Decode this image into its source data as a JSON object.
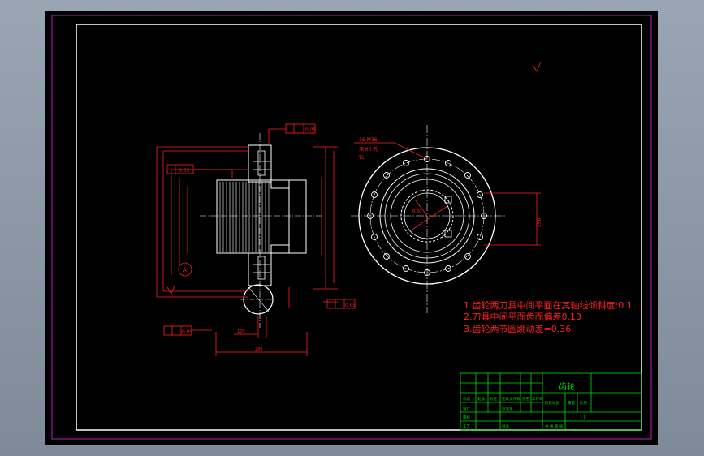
{
  "colors": {
    "background": "#000000",
    "frame_magenta": "#c020c0",
    "frame_white": "#ffffff",
    "geometry_white": "#ffffff",
    "dimension_red": "#ff2020",
    "title_block_green": "#00e000",
    "hatch_white": "#ffffff"
  },
  "front_view": {
    "flatness_tol": "0.05",
    "parallel_tol": "0.03",
    "bottom_tol_left": "0.05",
    "bottom_tol_right": "0.05",
    "datum_a": "A",
    "dim_bottom_1": "120",
    "dim_bottom_2": "280",
    "note_left": "A"
  },
  "side_view": {
    "holes_label": "16-M36",
    "depth_label": "深 60 孔",
    "depth_label2": "钻",
    "center_dim": "R 60",
    "right_dim": "250"
  },
  "notes": [
    "1.齿轮两刀具中间平面在其轴线倾斜度:0.1",
    "2.刀具中间平面齿面偏差0.13",
    "3.齿轮两节圆跳动差=0.36"
  ],
  "title_block": {
    "title": "齿轮",
    "cells": [
      "标记",
      "处数",
      "分区",
      "更改文件号",
      "签名",
      "年月日",
      "设计",
      "标准化",
      "阶段标记",
      "重量",
      "比例",
      "审核",
      "工艺",
      "批准",
      "共 张 第 张",
      "1:1"
    ]
  }
}
